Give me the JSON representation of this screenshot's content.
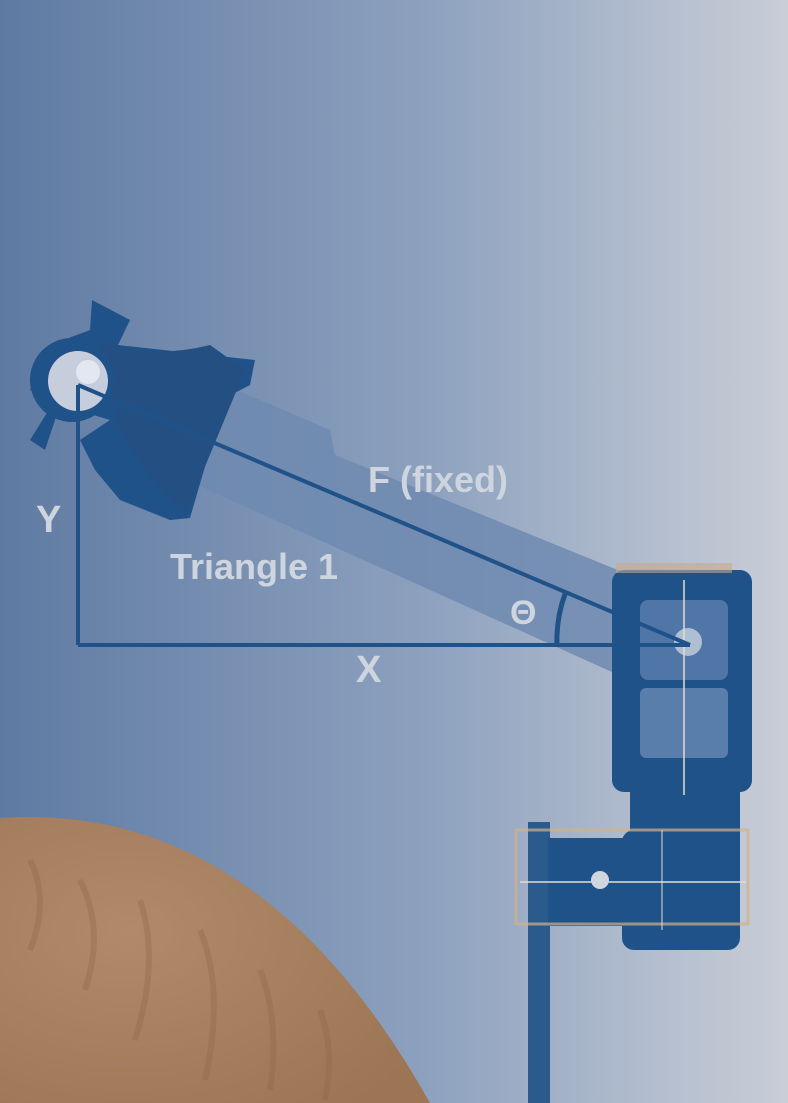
{
  "labels": {
    "hypotenuse": "F (fixed)",
    "triangle": "Triangle 1",
    "vertical_side": "Y",
    "horizontal_side": "X",
    "angle": "Θ"
  },
  "colors": {
    "background_left": "#5f7aa2",
    "background_right": "#c9ced7",
    "arm_blue": "#1f5288",
    "arm_shadow": "#6f8ab0",
    "table_wood": "#a47c5c",
    "label_text": "#cfd5de"
  },
  "icons": {
    "shoulder": "servo-bracket-icon",
    "wrist": "pivot-joint-icon"
  }
}
